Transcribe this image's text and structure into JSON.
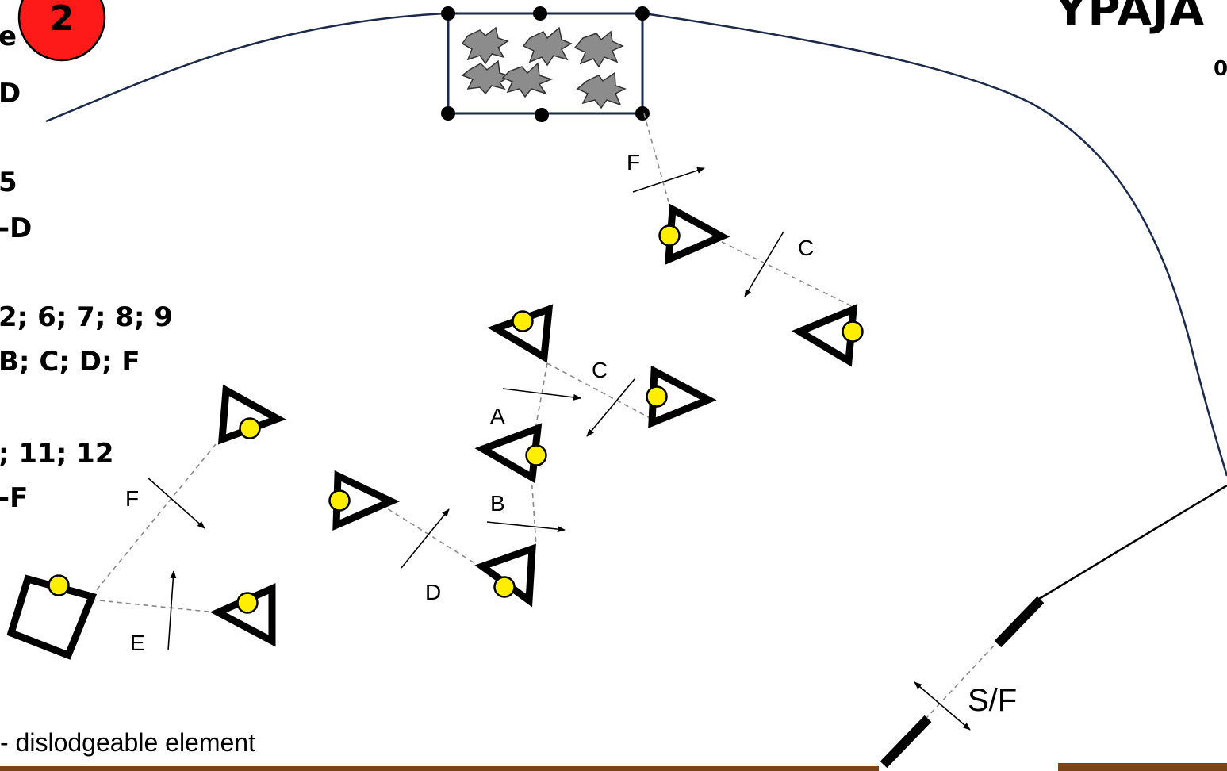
{
  "header": {
    "title_fragment": "YPAJA",
    "subtitle_fragment": "0",
    "course_number": "2"
  },
  "left_panel": {
    "lines": [
      "e",
      "D",
      "5",
      "-D",
      "2; 6; 7; 8; 9",
      " B; C; D; F",
      "; 11; 12",
      "-F"
    ]
  },
  "legend": {
    "text": "- dislodgeable element"
  },
  "obstacle_labels": {
    "F_top": "F",
    "C_right": "C",
    "C_middle": "C",
    "A": "A",
    "B": "B",
    "D": "D",
    "F_left": "F",
    "E": "E",
    "start_finish": "S/F"
  },
  "colors": {
    "arena_line": "#1c2a4a",
    "flag_stroke": "#000000",
    "marker_fill": "#ffee00",
    "badge_fill": "#ff1a1a",
    "dashed_line": "#888888",
    "shrub_fill": "#8c8c8c",
    "footer": "#7a4418"
  }
}
